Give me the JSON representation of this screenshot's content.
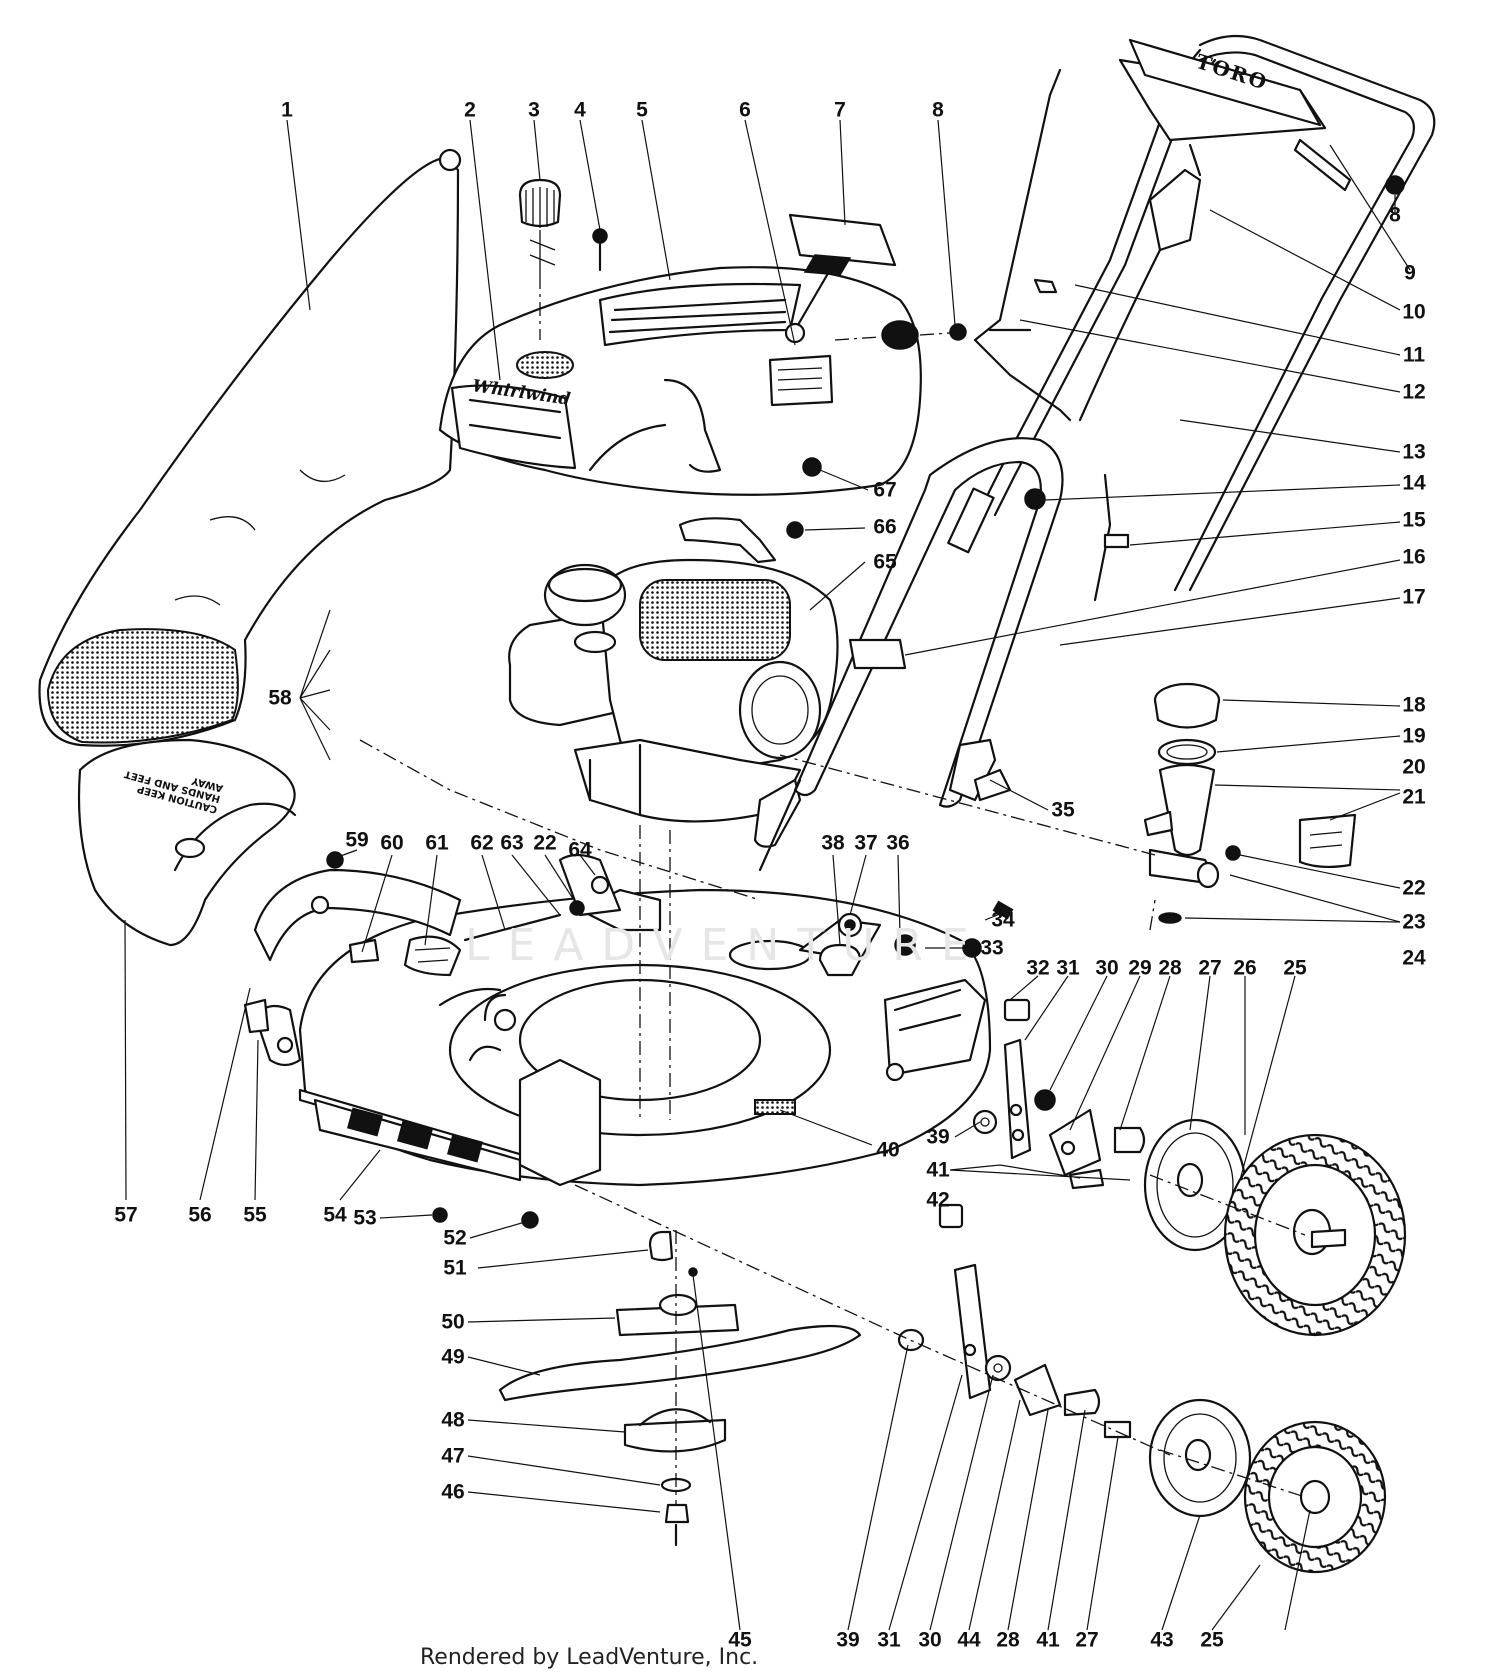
{
  "callouts": [
    {
      "n": "1"
    },
    {
      "n": "2"
    },
    {
      "n": "3"
    },
    {
      "n": "4"
    },
    {
      "n": "5"
    },
    {
      "n": "6"
    },
    {
      "n": "7"
    },
    {
      "n": "8"
    },
    {
      "n": "8"
    },
    {
      "n": "9"
    },
    {
      "n": "10"
    },
    {
      "n": "11"
    },
    {
      "n": "12"
    },
    {
      "n": "13"
    },
    {
      "n": "14"
    },
    {
      "n": "15"
    },
    {
      "n": "16"
    },
    {
      "n": "17"
    },
    {
      "n": "67"
    },
    {
      "n": "66"
    },
    {
      "n": "65"
    },
    {
      "n": "58"
    },
    {
      "n": "18"
    },
    {
      "n": "19"
    },
    {
      "n": "20"
    },
    {
      "n": "21"
    },
    {
      "n": "22"
    },
    {
      "n": "23"
    },
    {
      "n": "24"
    },
    {
      "n": "35"
    },
    {
      "n": "59"
    },
    {
      "n": "60"
    },
    {
      "n": "61"
    },
    {
      "n": "62"
    },
    {
      "n": "63"
    },
    {
      "n": "22"
    },
    {
      "n": "64"
    },
    {
      "n": "38"
    },
    {
      "n": "37"
    },
    {
      "n": "36"
    },
    {
      "n": "34"
    },
    {
      "n": "33"
    },
    {
      "n": "32"
    },
    {
      "n": "31"
    },
    {
      "n": "30"
    },
    {
      "n": "29"
    },
    {
      "n": "28"
    },
    {
      "n": "27"
    },
    {
      "n": "26"
    },
    {
      "n": "25"
    },
    {
      "n": "39"
    },
    {
      "n": "40"
    },
    {
      "n": "41"
    },
    {
      "n": "42"
    },
    {
      "n": "57"
    },
    {
      "n": "56"
    },
    {
      "n": "55"
    },
    {
      "n": "54"
    },
    {
      "n": "53"
    },
    {
      "n": "52"
    },
    {
      "n": "51"
    },
    {
      "n": "50"
    },
    {
      "n": "49"
    },
    {
      "n": "48"
    },
    {
      "n": "47"
    },
    {
      "n": "46"
    },
    {
      "n": "45"
    },
    {
      "n": "39"
    },
    {
      "n": "31"
    },
    {
      "n": "30"
    },
    {
      "n": "44"
    },
    {
      "n": "28"
    },
    {
      "n": "41"
    },
    {
      "n": "27"
    },
    {
      "n": "43"
    },
    {
      "n": "25"
    }
  ],
  "decals": {
    "hood_brand": "Whirlwind",
    "handle_brand": "TORO",
    "chute_warning": "CAUTION KEEP HANDS AND FEET AWAY"
  },
  "watermark": "LEADVENTURE",
  "footer": "Rendered by LeadVenture, Inc."
}
